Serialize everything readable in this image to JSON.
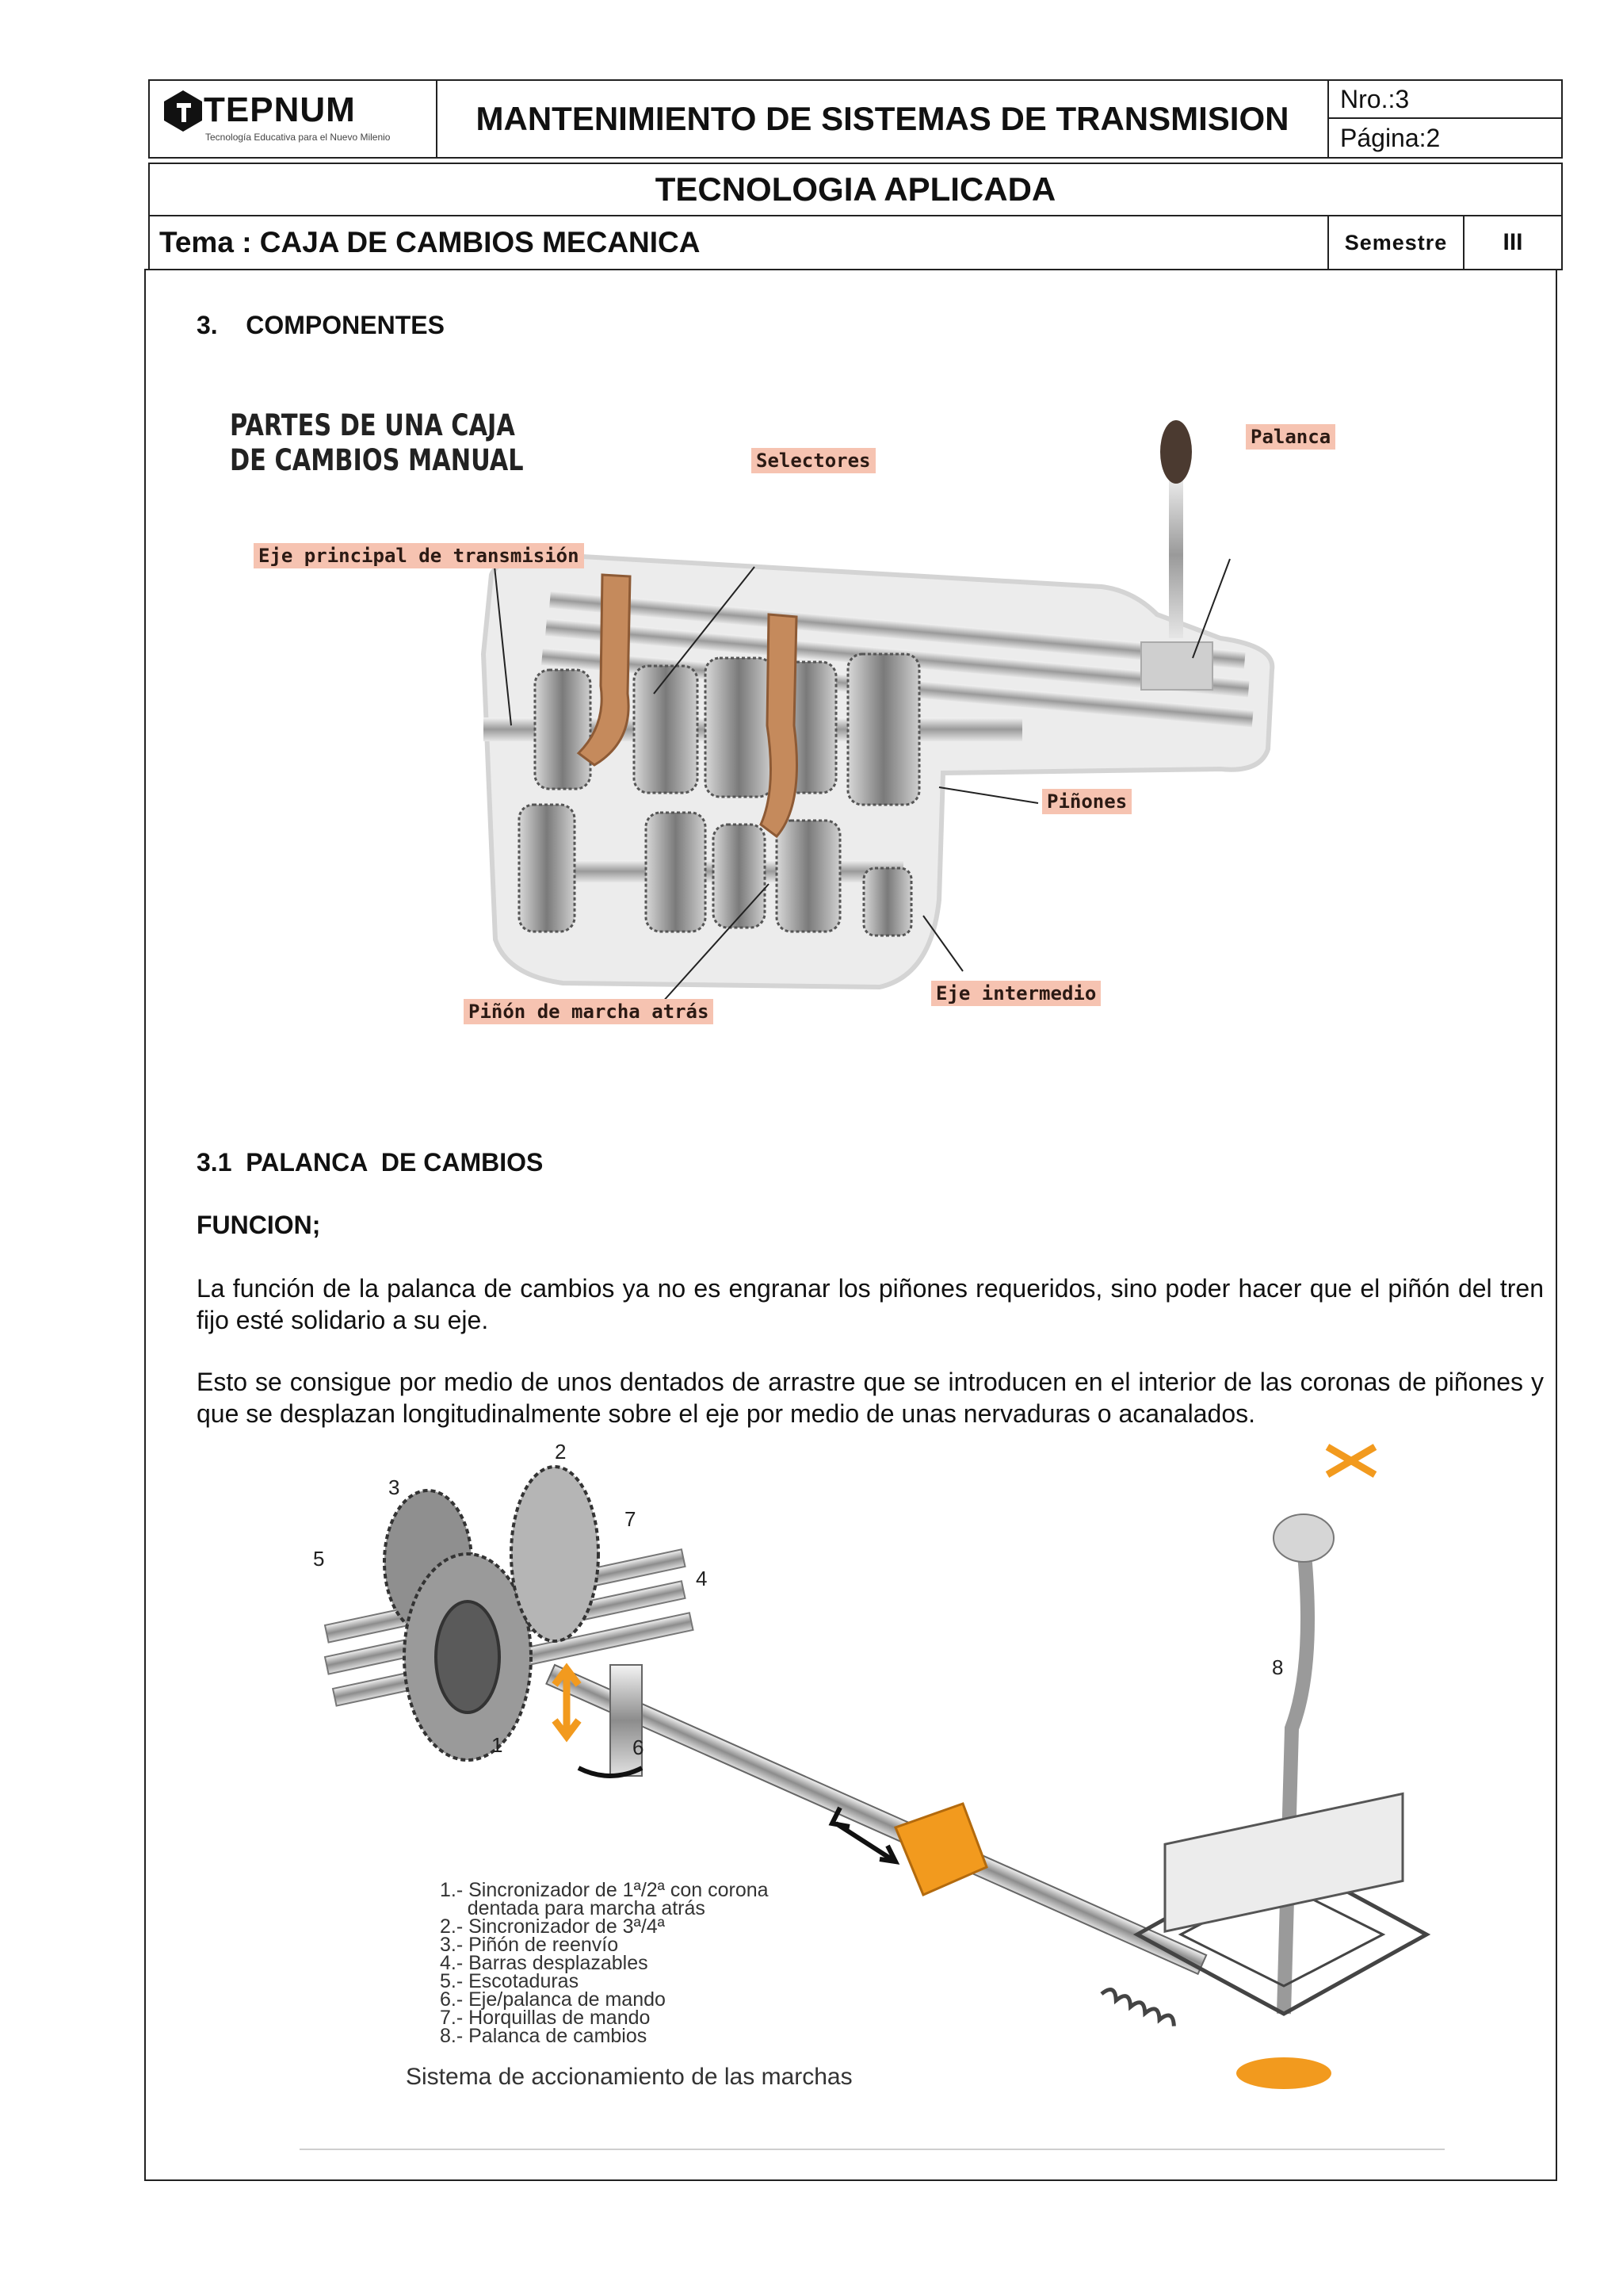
{
  "header": {
    "logo_text": "TEPNUM",
    "logo_tagline": "Tecnología Educativa para el Nuevo Milenio",
    "main_title": "MANTENIMIENTO DE SISTEMAS DE TRANSMISION",
    "nro": "Nro.:3",
    "pagina": "Página:2",
    "subtitle": "TECNOLOGIA APLICADA",
    "tema": "Tema : CAJA DE CAMBIOS MECANICA",
    "semestre_label": "Semestre",
    "semestre_value": "III"
  },
  "section3": {
    "heading": "3.    COMPONENTES",
    "figure": {
      "title_line1": "PARTES DE UNA CAJA",
      "title_line2": "DE CAMBIOS MANUAL",
      "labels": {
        "selectores": "Selectores",
        "palanca": "Palanca",
        "eje_principal": "Eje principal de transmisión",
        "pinones": "Piñones",
        "eje_intermedio": "Eje intermedio",
        "pinon_marcha_atras": "Piñón de marcha atrás"
      }
    }
  },
  "section31": {
    "heading": "3.1  PALANCA  DE CAMBIOS",
    "funcion": "FUNCION;",
    "para1": "La función de la palanca de cambios ya no es engranar los piñones requeridos, sino poder hacer que el piñón del tren fijo esté solidario a su eje.",
    "para2": "Esto se consigue por medio de unos dentados de arrastre que se introducen en el interior de las coronas de piñones y que se desplazan longitudinalmente sobre el eje por medio de unas nervaduras o acanalados."
  },
  "figure2": {
    "numbers": [
      "1",
      "2",
      "3",
      "4",
      "5",
      "6",
      "7",
      "8"
    ],
    "legend": [
      "1.- Sincronizador de 1ª/2ª con corona",
      "     dentada para marcha atrás",
      "2.- Sincronizador de 3ª/4ª",
      "3.- Piñón de reenvío",
      "4.- Barras desplazables",
      "5.- Escotaduras",
      "6.- Eje/palanca de mando",
      "7.- Horquillas de mando",
      "8.- Palanca de cambios"
    ],
    "caption": "Sistema de accionamiento de las marchas"
  },
  "colors": {
    "border": "#222222",
    "label_bg": "#f6c3b1",
    "fork_copper": "#c58a5c",
    "arrow_orange": "#f29a1e"
  }
}
